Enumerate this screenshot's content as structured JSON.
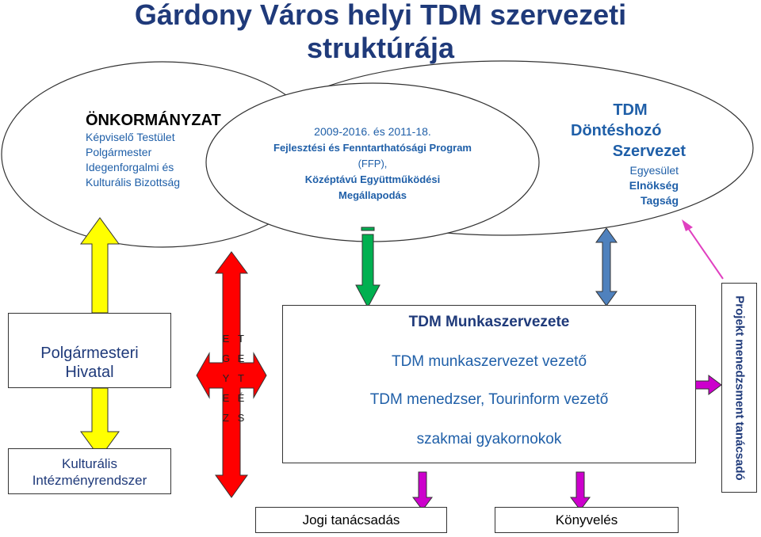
{
  "title": {
    "line1": "Gárdony Város helyi TDM szervezeti",
    "line2": "struktúrája"
  },
  "onkormanyzat": {
    "heading": "ÖNKORMÁNYZAT",
    "lines": [
      "Képviselő Testület",
      "Polgármester",
      "Idegenforgalmi és",
      "Kulturális Bizottság"
    ]
  },
  "program": {
    "lines": [
      "2009-2016. és 2011-18.",
      "Fejlesztési és Fenntarthatósági Program",
      "(FFP),",
      "Középtávú Együttműködési",
      "Megállapodás"
    ]
  },
  "tdm_org": {
    "lines": [
      "TDM",
      "Döntéshozó",
      "Szervezet"
    ],
    "sub": [
      "Egyesület",
      "Elnökség",
      "Tagság"
    ]
  },
  "polgarmesteri": {
    "line1": "Polgármesteri",
    "line2": "Hivatal"
  },
  "kulturalis": {
    "line1": "Kulturális",
    "line2": "Intézményrendszer"
  },
  "egyeztetes": {
    "left": [
      "E",
      "G",
      "Y",
      "E",
      "Z"
    ],
    "right": [
      "T",
      "E",
      "T",
      "É",
      "S"
    ]
  },
  "munkaszervezet": {
    "title": "TDM Munkaszervezete",
    "items": [
      "TDM munkaszervezet vezető",
      "TDM menedzser, Tourinform vezető",
      "szakmai gyakornokok"
    ]
  },
  "projekt": "Projekt menedzsment tanácsadó",
  "jogi": "Jogi tanácsadás",
  "konyveles": "Könyvelés",
  "colors": {
    "yellow": "#ffff00",
    "red": "#ff0000",
    "green": "#00b050",
    "blue": "#4f81bd",
    "magenta": "#cc00cc",
    "pink": "#e040c0",
    "title": "#1f3a7a",
    "text_blue": "#1f5fa8"
  }
}
